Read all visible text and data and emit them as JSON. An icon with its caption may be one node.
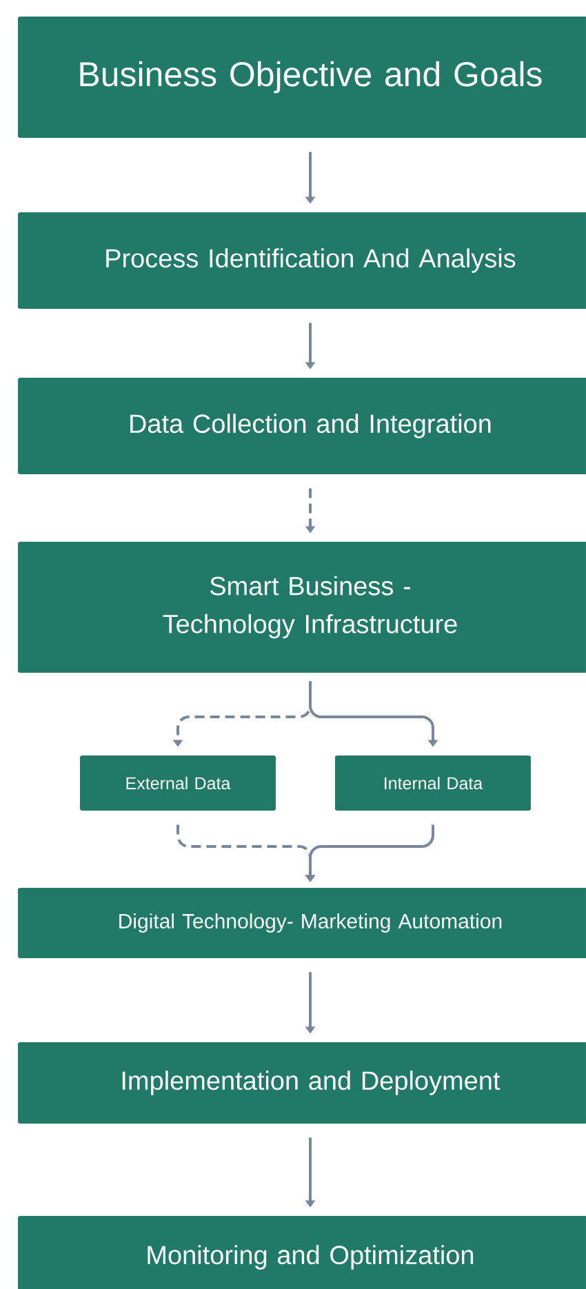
{
  "diagram": {
    "nodes": [
      {
        "text": [
          "Business Objective and Goals"
        ]
      },
      {
        "text": [
          "Process Identification And Analysis"
        ]
      },
      {
        "text": [
          "Data Collection and Integration"
        ]
      },
      {
        "text": [
          "Smart Business - Technology Infrastructure"
        ]
      },
      {
        "text": [
          "External Data"
        ]
      },
      {
        "text": [
          "Internal Data"
        ]
      },
      {
        "text": [
          "Digital Technology- Marketing Automation"
        ]
      },
      {
        "text": [
          "Implementation and Deployment"
        ]
      },
      {
        "text": [
          "Monitoring and Optimization"
        ]
      }
    ],
    "edges": [
      {
        "from": 0,
        "to": 1,
        "arrow": "to"
      },
      {
        "from": 1,
        "to": 2,
        "arrow": "to"
      },
      {
        "from": 2,
        "to": 3,
        "arrow": "to",
        "style": "dashed"
      },
      {
        "from": 3,
        "to": 4,
        "arrow": "to",
        "style": "dashed"
      },
      {
        "from": 3,
        "to": 5,
        "arrow": "to"
      },
      {
        "from": 4,
        "to": 6,
        "arrow": "to",
        "style": "dashed"
      },
      {
        "from": 5,
        "to": 6,
        "arrow": "to"
      },
      {
        "from": 6,
        "to": 7,
        "arrow": "to"
      },
      {
        "from": 7,
        "to": 8,
        "arrow": "to"
      }
    ]
  }
}
